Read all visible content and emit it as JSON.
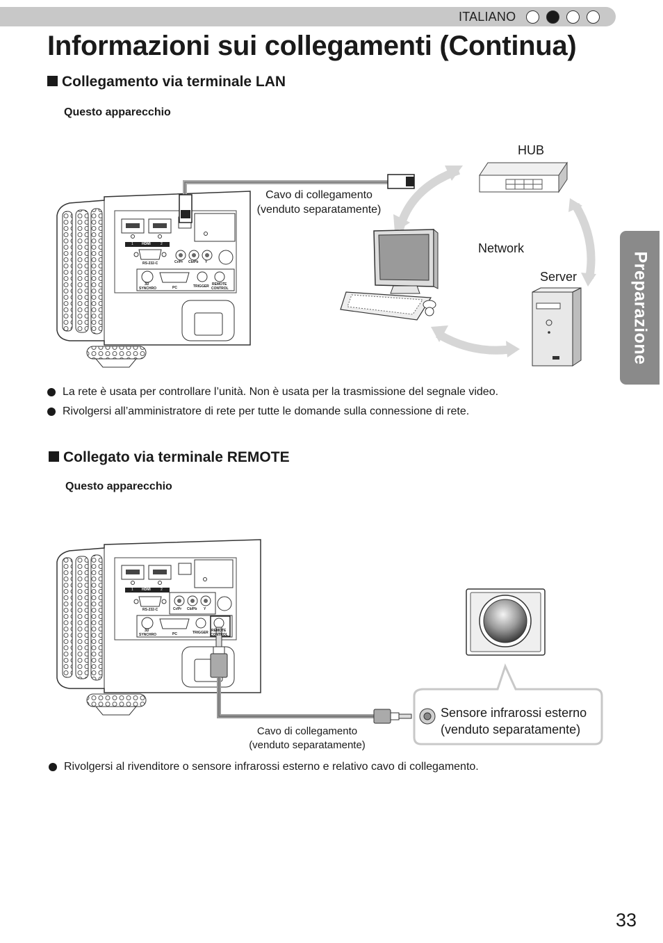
{
  "header": {
    "language": "ITALIANO",
    "progress_dots": [
      false,
      true,
      false,
      false
    ]
  },
  "page_title": "Informazioni sui collegamenti (Continua)",
  "side_tab": "Preparazione",
  "section_lan": {
    "title": "Collegamento via terminale LAN",
    "device_label": "Questo apparecchio",
    "cable_label_line1": "Cavo di collegamento",
    "cable_label_line2": "(venduto separatamente)",
    "hub_label": "HUB",
    "network_label": "Network",
    "server_label": "Server",
    "bullets": [
      "La rete è usata per controllare l’unità. Non è usata per la trasmissione del segnale video.",
      "Rivolgersi all’amministratore di rete per tutte le domande sulla connessione di rete."
    ]
  },
  "section_remote": {
    "title": "Collegato via terminale REMOTE",
    "device_label": "Questo apparecchio",
    "cable_label_line1": "Cavo di collegamento",
    "cable_label_line2": "(venduto separatamente)",
    "sensor_label_line1": "Sensore infrarossi esterno",
    "sensor_label_line2": "(venduto separatamente)",
    "bullets": [
      "Rivolgersi al rivenditore o sensore infrarossi esterno e relativo cavo di collegamento."
    ]
  },
  "panel_labels": {
    "hdmi": "HDMI",
    "hdmi_1": "1",
    "hdmi_2": "2",
    "rs232c": "RS-232-C",
    "crpr": "Cr/Pr",
    "cbpb": "Cb/Pb",
    "y": "Y",
    "synchro_3d_line1": "3D",
    "synchro_3d_line2": "SYNCHRO",
    "pc": "PC",
    "trigger": "TRIGGER",
    "remote_control_line1": "REMOTE",
    "remote_control_line2": "CONTROL"
  },
  "page_number": "33"
}
